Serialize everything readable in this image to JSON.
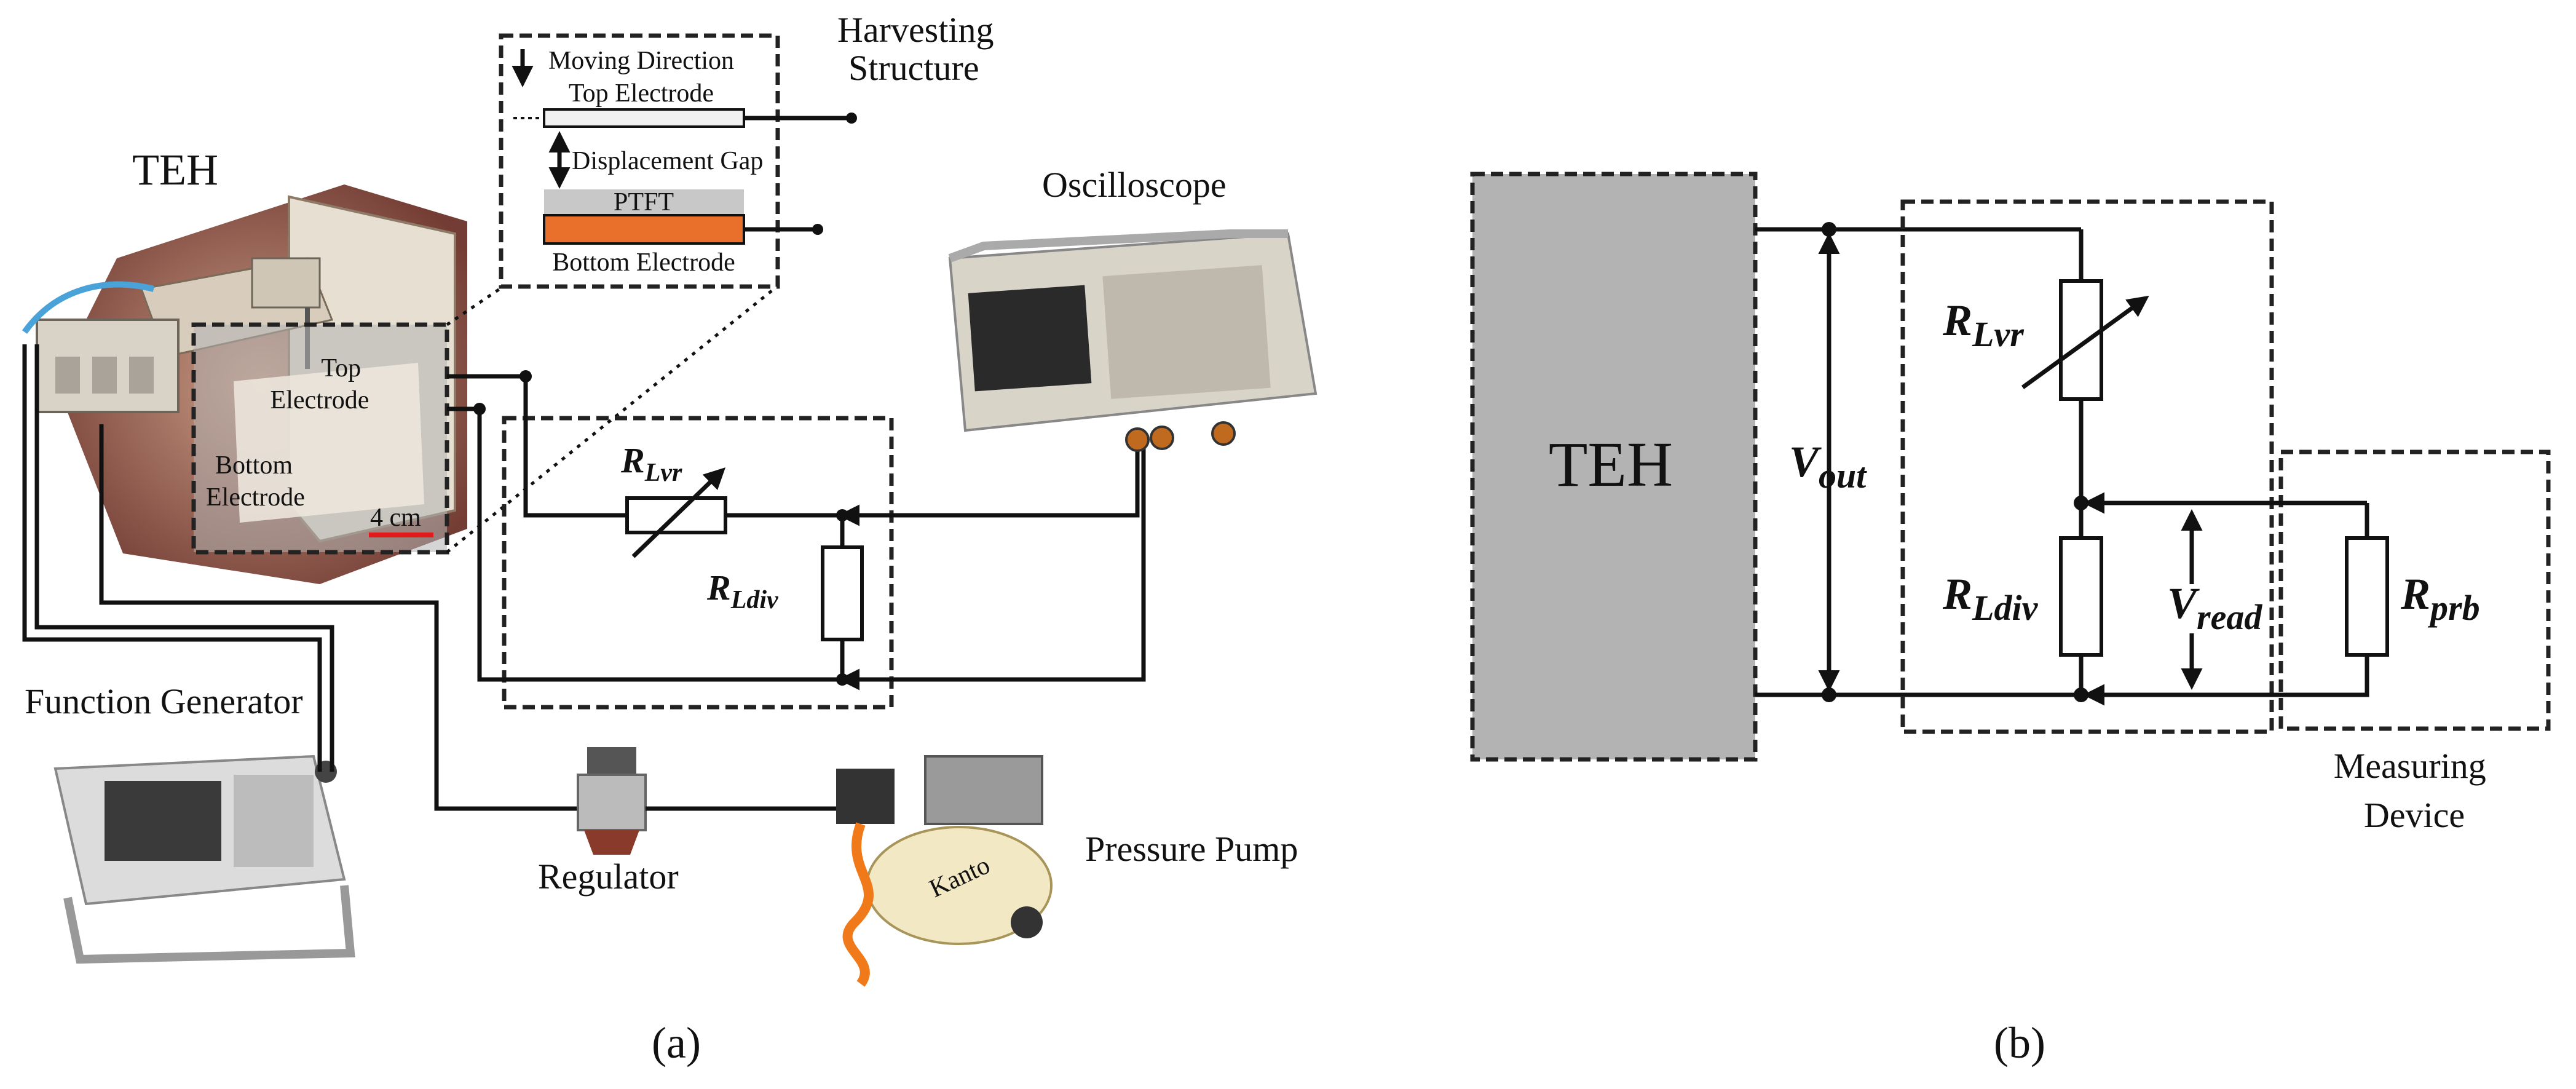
{
  "panel_a": {
    "teh_label": "TEH",
    "harvesting_structure": "Harvesting\nStructure",
    "moving_direction": "Moving Direction",
    "top_electrode": "Top Electrode",
    "displacement_gap": "Displacement Gap",
    "ptft": "PTFT",
    "bottom_electrode": "Bottom Electrode",
    "inner_top": "Top\nElectrode",
    "inner_bottom": "Bottom\nElectrode",
    "scale": "4 cm",
    "oscilloscope": "Oscilloscope",
    "function_generator": "Function Generator",
    "regulator": "Regulator",
    "pressure_pump": "Pressure Pump",
    "pump_brand": "Kanto",
    "r_lvr": {
      "main": "R",
      "sub": "Lvr"
    },
    "r_ldiv": {
      "main": "R",
      "sub": "Ldiv"
    },
    "caption": "(a)"
  },
  "panel_b": {
    "teh_label": "TEH",
    "v_out": {
      "main": "V",
      "sub": "out"
    },
    "r_lvr": {
      "main": "R",
      "sub": "Lvr"
    },
    "r_ldiv": {
      "main": "R",
      "sub": "Ldiv"
    },
    "v_read": {
      "main": "V",
      "sub": "read"
    },
    "r_prb": {
      "main": "R",
      "sub": "prb"
    },
    "measuring_device": "Measuring\nDevice",
    "caption": "(b)"
  },
  "colors": {
    "teh_box_fill": "#b3b3b3",
    "ptft_fill": "#c8c8c8",
    "bottom_electrode_fill": "#e8702a",
    "scale_bar": "#e01b1b",
    "teh_glow": "#7a2a18"
  }
}
